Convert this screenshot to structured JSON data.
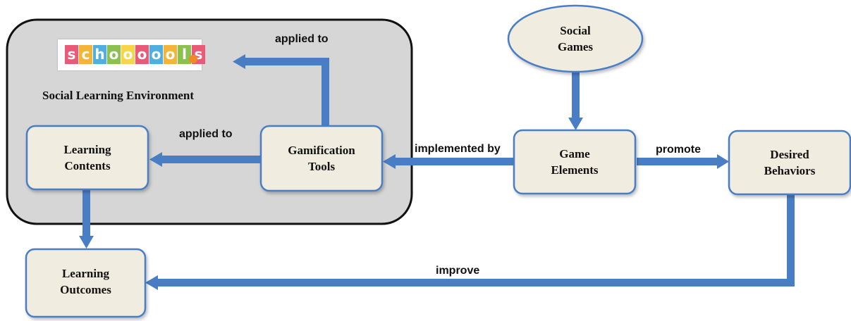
{
  "container": {
    "title": "Social Learning Environment"
  },
  "logo": {
    "text": "schoooools",
    "tile_colors": [
      "#e95a78",
      "#f2b53a",
      "#4fb0e0",
      "#8cc152",
      "#f7d54a",
      "#e95a78",
      "#4fb0e0",
      "#f2b53a",
      "#8cc152",
      "#e95a78"
    ],
    "dot_color": "#f08a24"
  },
  "nodes": {
    "social_games": [
      "Social",
      "Games"
    ],
    "learning_contents": [
      "Learning",
      "Contents"
    ],
    "gamification_tools": [
      "Gamification",
      "Tools"
    ],
    "game_elements": [
      "Game",
      "Elements"
    ],
    "desired_behaviors": [
      "Desired",
      "Behaviors"
    ],
    "learning_outcomes": [
      "Learning",
      "Outcomes"
    ]
  },
  "edges": {
    "applied_to_env": "applied to",
    "applied_to_contents": "applied to",
    "implemented_by": "implemented by",
    "promote": "promote",
    "improve": "improve"
  },
  "colors": {
    "node_fill": "#f1ece0",
    "node_border": "#4a7ec4",
    "arrow": "#4a7ec4",
    "container_fill": "#d6d6d6",
    "container_border": "#111111"
  }
}
